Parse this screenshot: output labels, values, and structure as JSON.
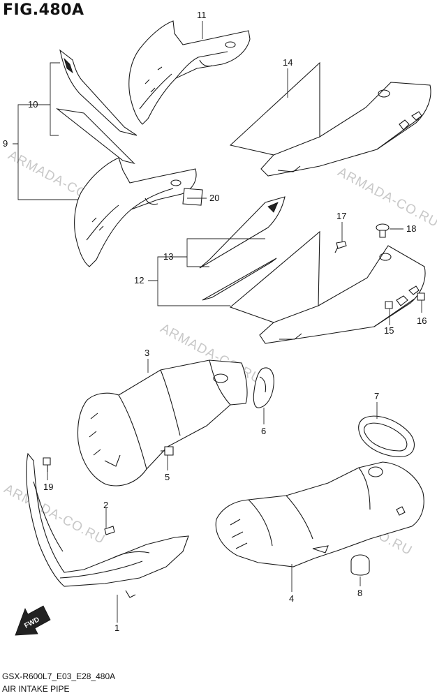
{
  "figure": {
    "title": "FIG.480A",
    "model_code": "GSX-R600L7_E03_E28_480A",
    "section_name": "AIR INTAKE PIPE",
    "watermark": "ARMADA-CO.RU",
    "direction_label": "FWD"
  },
  "callouts": [
    "1",
    "2",
    "3",
    "4",
    "5",
    "6",
    "7",
    "8",
    "9",
    "10",
    "11",
    "12",
    "13",
    "14",
    "15",
    "16",
    "17",
    "18",
    "19",
    "20"
  ],
  "colors": {
    "line": "#1a1a1a",
    "watermark": "#c8c8c8",
    "background": "#ffffff"
  }
}
